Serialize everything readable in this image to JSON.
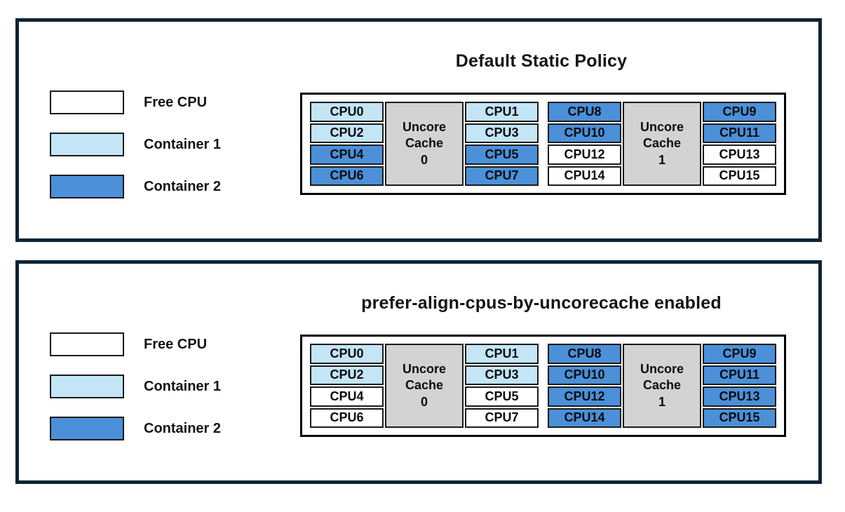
{
  "colors": {
    "free": "#ffffff",
    "container1": "#c3e5f6",
    "container2": "#4b90d9",
    "cache": "#d3d3d3",
    "panel_border": "#0d2433"
  },
  "legend": {
    "items": [
      {
        "label": "Free CPU",
        "state": "free"
      },
      {
        "label": "Container 1",
        "state": "container1"
      },
      {
        "label": "Container 2",
        "state": "container2"
      }
    ]
  },
  "panels": [
    {
      "title": "Default Static Policy",
      "groups": [
        {
          "cache_lines": [
            "Uncore",
            "Cache",
            "0"
          ],
          "left_cpus": [
            {
              "label": "CPU0",
              "state": "container1"
            },
            {
              "label": "CPU2",
              "state": "container1"
            },
            {
              "label": "CPU4",
              "state": "container2"
            },
            {
              "label": "CPU6",
              "state": "container2"
            }
          ],
          "right_cpus": [
            {
              "label": "CPU1",
              "state": "container1"
            },
            {
              "label": "CPU3",
              "state": "container1"
            },
            {
              "label": "CPU5",
              "state": "container2"
            },
            {
              "label": "CPU7",
              "state": "container2"
            }
          ]
        },
        {
          "cache_lines": [
            "Uncore",
            "Cache",
            "1"
          ],
          "left_cpus": [
            {
              "label": "CPU8",
              "state": "container2"
            },
            {
              "label": "CPU10",
              "state": "container2"
            },
            {
              "label": "CPU12",
              "state": "free"
            },
            {
              "label": "CPU14",
              "state": "free"
            }
          ],
          "right_cpus": [
            {
              "label": "CPU9",
              "state": "container2"
            },
            {
              "label": "CPU11",
              "state": "container2"
            },
            {
              "label": "CPU13",
              "state": "free"
            },
            {
              "label": "CPU15",
              "state": "free"
            }
          ]
        }
      ]
    },
    {
      "title": "prefer-align-cpus-by-uncorecache enabled",
      "groups": [
        {
          "cache_lines": [
            "Uncore",
            "Cache",
            "0"
          ],
          "left_cpus": [
            {
              "label": "CPU0",
              "state": "container1"
            },
            {
              "label": "CPU2",
              "state": "container1"
            },
            {
              "label": "CPU4",
              "state": "free"
            },
            {
              "label": "CPU6",
              "state": "free"
            }
          ],
          "right_cpus": [
            {
              "label": "CPU1",
              "state": "container1"
            },
            {
              "label": "CPU3",
              "state": "container1"
            },
            {
              "label": "CPU5",
              "state": "free"
            },
            {
              "label": "CPU7",
              "state": "free"
            }
          ]
        },
        {
          "cache_lines": [
            "Uncore",
            "Cache",
            "1"
          ],
          "left_cpus": [
            {
              "label": "CPU8",
              "state": "container2"
            },
            {
              "label": "CPU10",
              "state": "container2"
            },
            {
              "label": "CPU12",
              "state": "container2"
            },
            {
              "label": "CPU14",
              "state": "container2"
            }
          ],
          "right_cpus": [
            {
              "label": "CPU9",
              "state": "container2"
            },
            {
              "label": "CPU11",
              "state": "container2"
            },
            {
              "label": "CPU13",
              "state": "container2"
            },
            {
              "label": "CPU15",
              "state": "container2"
            }
          ]
        }
      ]
    }
  ]
}
